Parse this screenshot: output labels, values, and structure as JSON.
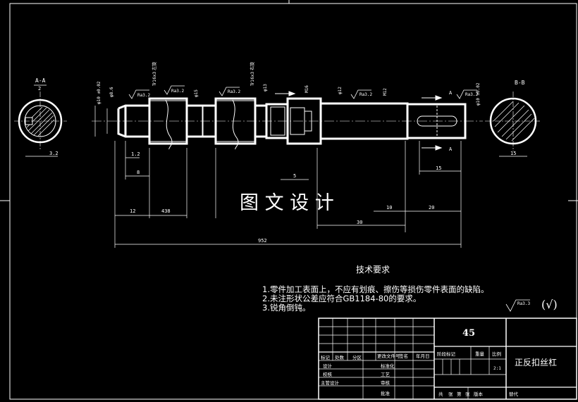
{
  "watermark": "图 文 设 计",
  "views": {
    "section_a_label": "A-A",
    "section_b_label": "B-B",
    "ratio": "2",
    "view_arrow_label": "A"
  },
  "dimensions": {
    "overall_length": "952",
    "d1": "12",
    "d2": "438",
    "d3": "10",
    "d4": "20",
    "d5": "30",
    "d6": "15",
    "d7": "8",
    "d8": "1.2",
    "d9": "5",
    "d10": "3.2",
    "d11": "15",
    "phi_a": "φ10 ±0.02",
    "phi_b": "φ8.6",
    "phi_c": "φ15",
    "phi_d": "φ13",
    "phi_e": "φ12",
    "phi_f": "M12",
    "phi_g": "φ10 ±0.02",
    "thread_left": "Tr16x3 左旋",
    "thread_right": "Tr16x3 右旋",
    "m_thread": "M16"
  },
  "roughness": {
    "r1": "Ra3.2",
    "r2": "Ra3.2",
    "r3": "Ra3.2",
    "r4": "Ra3.2",
    "r5": "Ra3.2",
    "general": "Ra3.3",
    "check": "(√)"
  },
  "tech": {
    "title": "技术要求",
    "items": [
      "1.零件加工表面上，不应有划痕、擦伤等损伤零件表面的缺陷。",
      "2.未注形状公差应符合GB1184-80的要求。",
      "3.锐角倒钝。"
    ]
  },
  "titleblock": {
    "material": "45",
    "part_name": "正反扣丝杠",
    "scale": "2:1",
    "headers": [
      "标记",
      "处数",
      "分区",
      "更改文件号",
      "签名",
      "年月日"
    ],
    "stage_labels": [
      "阶段标记",
      "重量",
      "比例"
    ],
    "rows_left": [
      "设计",
      "校核",
      "主管设计"
    ],
    "rows_mid": [
      "标准化",
      "工艺",
      "审核",
      "批准"
    ],
    "bottom": [
      "共",
      "张",
      "第",
      "张",
      "版本",
      "替代"
    ]
  }
}
